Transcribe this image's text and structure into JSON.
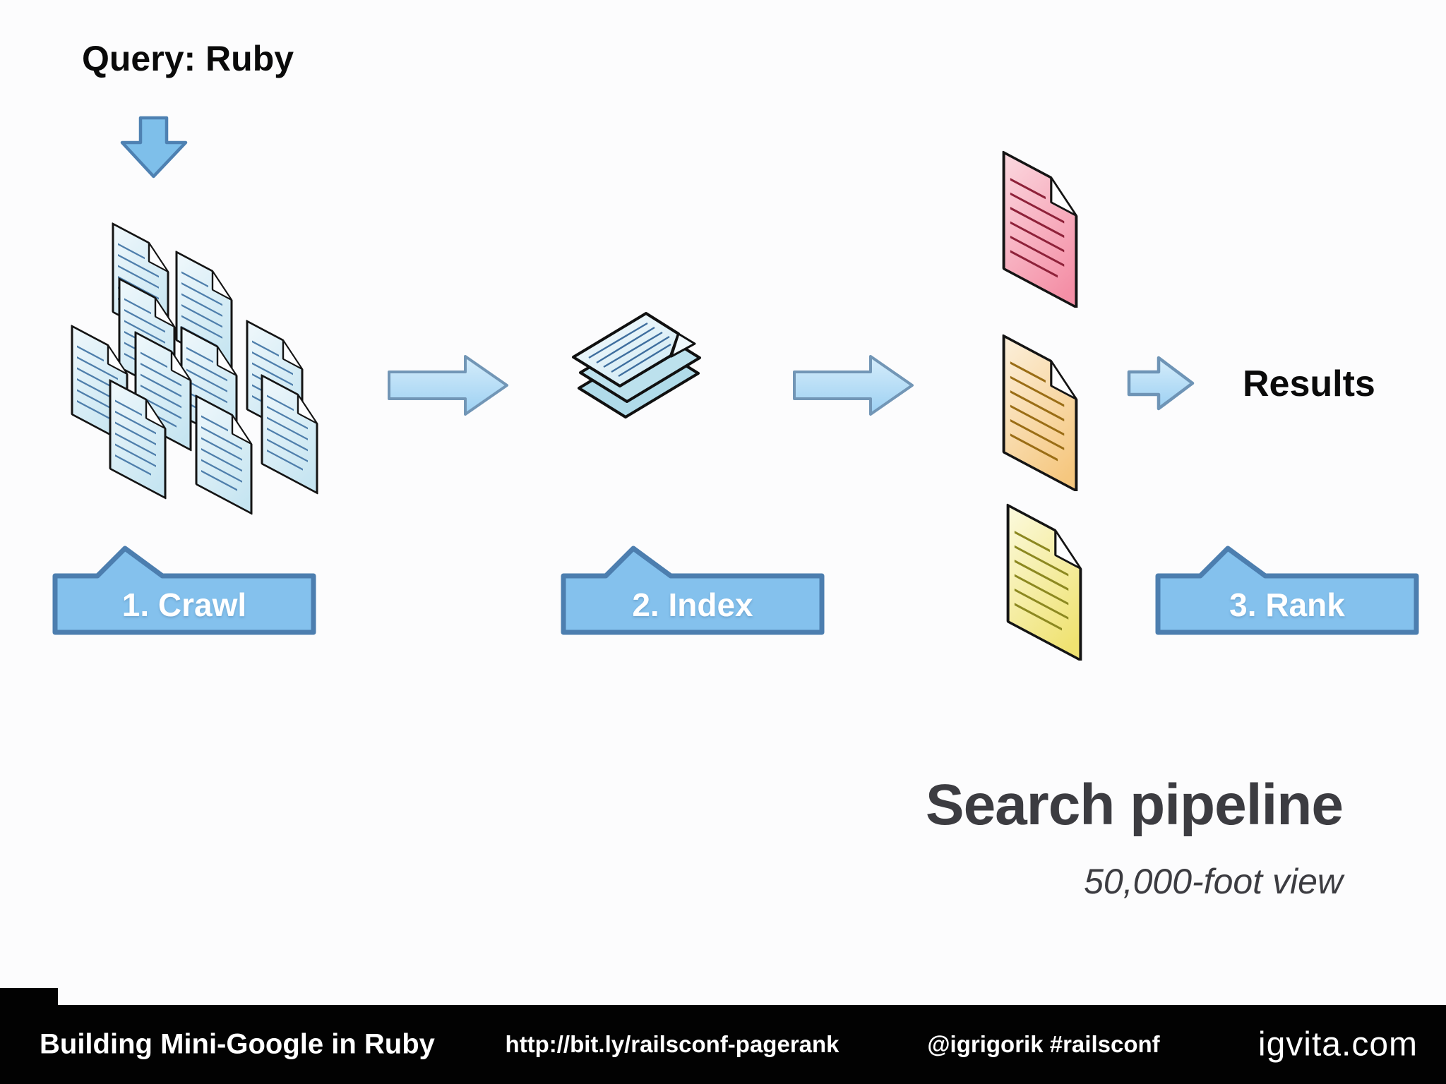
{
  "slide": {
    "query_label": "Query: Ruby",
    "results_label": "Results",
    "steps": [
      {
        "label": "1. Crawl"
      },
      {
        "label": "2. Index"
      },
      {
        "label": "3. Rank"
      }
    ],
    "title": "Search pipeline",
    "subtitle": "50,000-foot view"
  },
  "footer": {
    "title": "Building Mini-Google in Ruby",
    "url": "http://bit.ly/railsconf-pagerank",
    "handle": "@igrigorik #railsconf",
    "site": "igvita.com"
  },
  "icons": {
    "down_arrow": "down-arrow",
    "flow_arrow_1": "right-arrow",
    "flow_arrow_2": "right-arrow",
    "results_arrow": "right-arrow-small",
    "crawled_pages": "document-cluster",
    "index_stack": "stacked-sheets",
    "ranked_page_1": "document-red",
    "ranked_page_2": "document-orange",
    "ranked_page_3": "document-yellow"
  },
  "colors": {
    "arrow_fill": "#A9D8F5",
    "arrow_border": "#7296B6",
    "banner_fill": "#84C1ED",
    "banner_border": "#4C7EAF",
    "banner_text": "#FFFFFF",
    "doc_blue": "#CDE8F4",
    "doc_red": "#F79DB0",
    "doc_orange": "#F6C882",
    "doc_yellow": "#F0E276",
    "title_text": "#3C3C41",
    "footer_bg": "#000000",
    "footer_text": "#FFFFFF"
  }
}
